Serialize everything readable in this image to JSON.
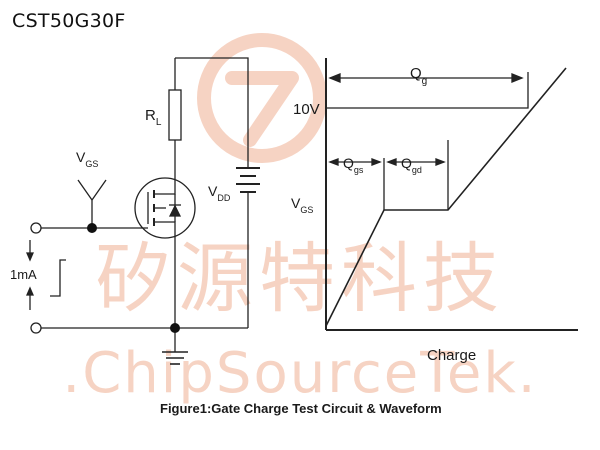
{
  "part_number": "CST50G30F",
  "watermark": {
    "cjk_text": "矽源特科技",
    "latin_text": ".ChipSourceTek.",
    "color": "#f6d3c3"
  },
  "circuit": {
    "resistor_label": "R",
    "resistor_sub": "L",
    "gate_voltage_label": "V",
    "gate_voltage_sub": "GS",
    "supply_label": "V",
    "supply_sub": "DD",
    "current_label": "1mA"
  },
  "waveform": {
    "y_axis_label": "V",
    "y_axis_sub": "GS",
    "voltage_marker": "10V",
    "total_charge_label": "Q",
    "total_charge_sub": "g",
    "gs_charge_label": "Q",
    "gs_charge_sub": "gs",
    "gd_charge_label": "Q",
    "gd_charge_sub": "gd",
    "x_axis_label": "Charge"
  },
  "caption": "Figure1:Gate Charge Test Circuit & Waveform"
}
